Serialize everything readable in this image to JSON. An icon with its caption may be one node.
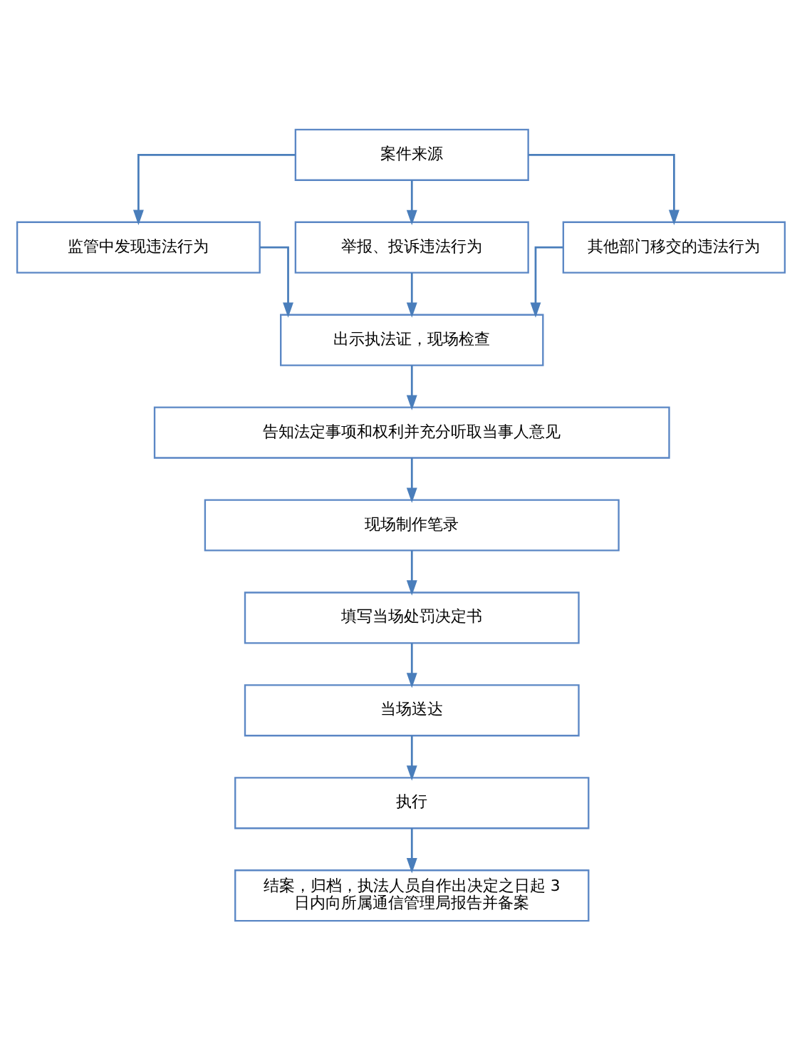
{
  "diagram": {
    "nodes": [
      {
        "text": [
          "案件来源"
        ]
      },
      {
        "text": [
          "监管中发现违法行为"
        ]
      },
      {
        "text": [
          "举报、投诉违法行为"
        ]
      },
      {
        "text": [
          "其他部门移交的违法行为"
        ]
      },
      {
        "text": [
          "出示执法证，现场检查"
        ]
      },
      {
        "text": [
          "告知法定事项和权利并充分听取当事人意见"
        ]
      },
      {
        "text": [
          "现场制作笔录"
        ]
      },
      {
        "text": [
          "填写当场处罚决定书"
        ]
      },
      {
        "text": [
          "当场送达"
        ]
      },
      {
        "text": [
          "执行"
        ]
      },
      {
        "text": [
          "结案，归档，执法人员自作出决定之日起 3日内向所属通信管理局报告并备案"
        ]
      }
    ],
    "edges": [
      {
        "from": 0,
        "to": 1,
        "arrow": "to"
      },
      {
        "from": 0,
        "to": 2,
        "arrow": "to"
      },
      {
        "from": 0,
        "to": 3,
        "arrow": "to"
      },
      {
        "from": 1,
        "to": 4,
        "arrow": "to"
      },
      {
        "from": 2,
        "to": 4,
        "arrow": "to"
      },
      {
        "from": 3,
        "to": 4,
        "arrow": "to"
      },
      {
        "from": 4,
        "to": 5,
        "arrow": "to"
      },
      {
        "from": 5,
        "to": 6,
        "arrow": "to"
      },
      {
        "from": 6,
        "to": 7,
        "arrow": "to"
      },
      {
        "from": 7,
        "to": 8,
        "arrow": "to"
      },
      {
        "from": 8,
        "to": 9,
        "arrow": "to"
      },
      {
        "from": 9,
        "to": 10,
        "arrow": "to"
      }
    ]
  }
}
